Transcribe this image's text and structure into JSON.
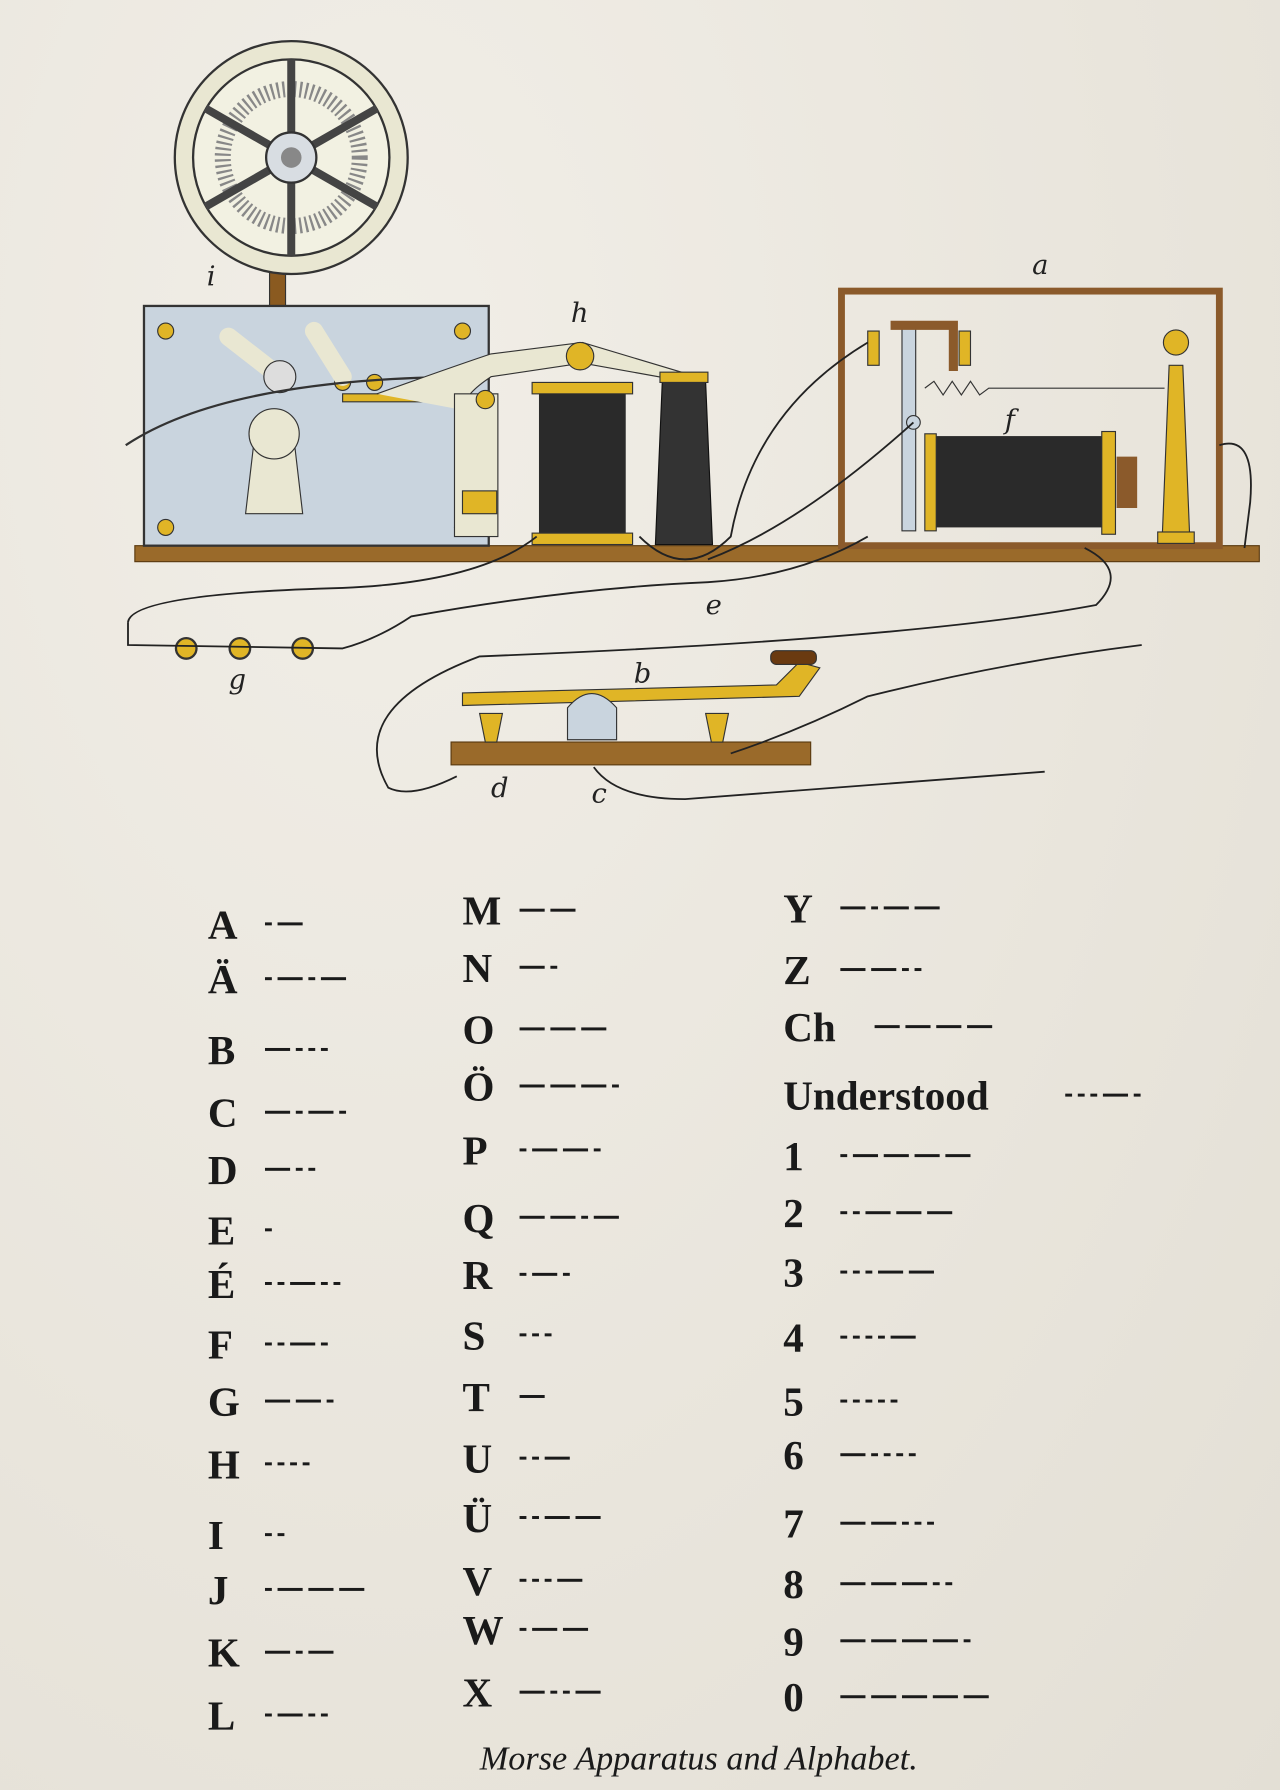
{
  "diagram": {
    "labels": {
      "a": "a",
      "b": "b",
      "c": "c",
      "d": "d",
      "e": "e",
      "f": "f",
      "g": "g",
      "h": "h",
      "i": "i"
    },
    "colors": {
      "paper": "#ebe7de",
      "brass": "#e0b526",
      "wood": "#9a6a2a",
      "plate": "#c9d4de",
      "coil": "#2a2a2a"
    }
  },
  "alphabet": {
    "columns": [
      [
        {
          "char": "A",
          "code": ".-"
        },
        {
          "char": "Ä",
          "code": ".-.-"
        },
        {
          "char": "B",
          "code": "-..."
        },
        {
          "char": "C",
          "code": "-.-."
        },
        {
          "char": "D",
          "code": "-.."
        },
        {
          "char": "E",
          "code": "."
        },
        {
          "char": "É",
          "code": "..-.."
        },
        {
          "char": "F",
          "code": "..-."
        },
        {
          "char": "G",
          "code": "--."
        },
        {
          "char": "H",
          "code": "...."
        },
        {
          "char": "I",
          "code": ".."
        },
        {
          "char": "J",
          "code": ".---"
        },
        {
          "char": "K",
          "code": "-.-"
        },
        {
          "char": "L",
          "code": ".-.."
        }
      ],
      [
        {
          "char": "M",
          "code": "--"
        },
        {
          "char": "N",
          "code": "-."
        },
        {
          "char": "O",
          "code": "---"
        },
        {
          "char": "Ö",
          "code": "---."
        },
        {
          "char": "P",
          "code": ".--."
        },
        {
          "char": "Q",
          "code": "--.-"
        },
        {
          "char": "R",
          "code": ".-."
        },
        {
          "char": "S",
          "code": "..."
        },
        {
          "char": "T",
          "code": "-"
        },
        {
          "char": "U",
          "code": "..-"
        },
        {
          "char": "Ü",
          "code": "..--"
        },
        {
          "char": "V",
          "code": "...-"
        },
        {
          "char": "W",
          "code": ".--"
        },
        {
          "char": "X",
          "code": "-..-"
        }
      ],
      [
        {
          "char": "Y",
          "code": "-.--"
        },
        {
          "char": "Z",
          "code": "--.."
        },
        {
          "char": "Ch",
          "code": "----"
        },
        {
          "char": "Understood",
          "code": "...-."
        },
        {
          "char": "1",
          "code": ".----"
        },
        {
          "char": "2",
          "code": "..---"
        },
        {
          "char": "3",
          "code": "...--"
        },
        {
          "char": "4",
          "code": "....-"
        },
        {
          "char": "5",
          "code": "....."
        },
        {
          "char": "6",
          "code": "-...."
        },
        {
          "char": "7",
          "code": "--..."
        },
        {
          "char": "8",
          "code": "---.."
        },
        {
          "char": "9",
          "code": "----."
        },
        {
          "char": "0",
          "code": "-----"
        }
      ]
    ]
  },
  "caption": "Morse Apparatus and Alphabet."
}
